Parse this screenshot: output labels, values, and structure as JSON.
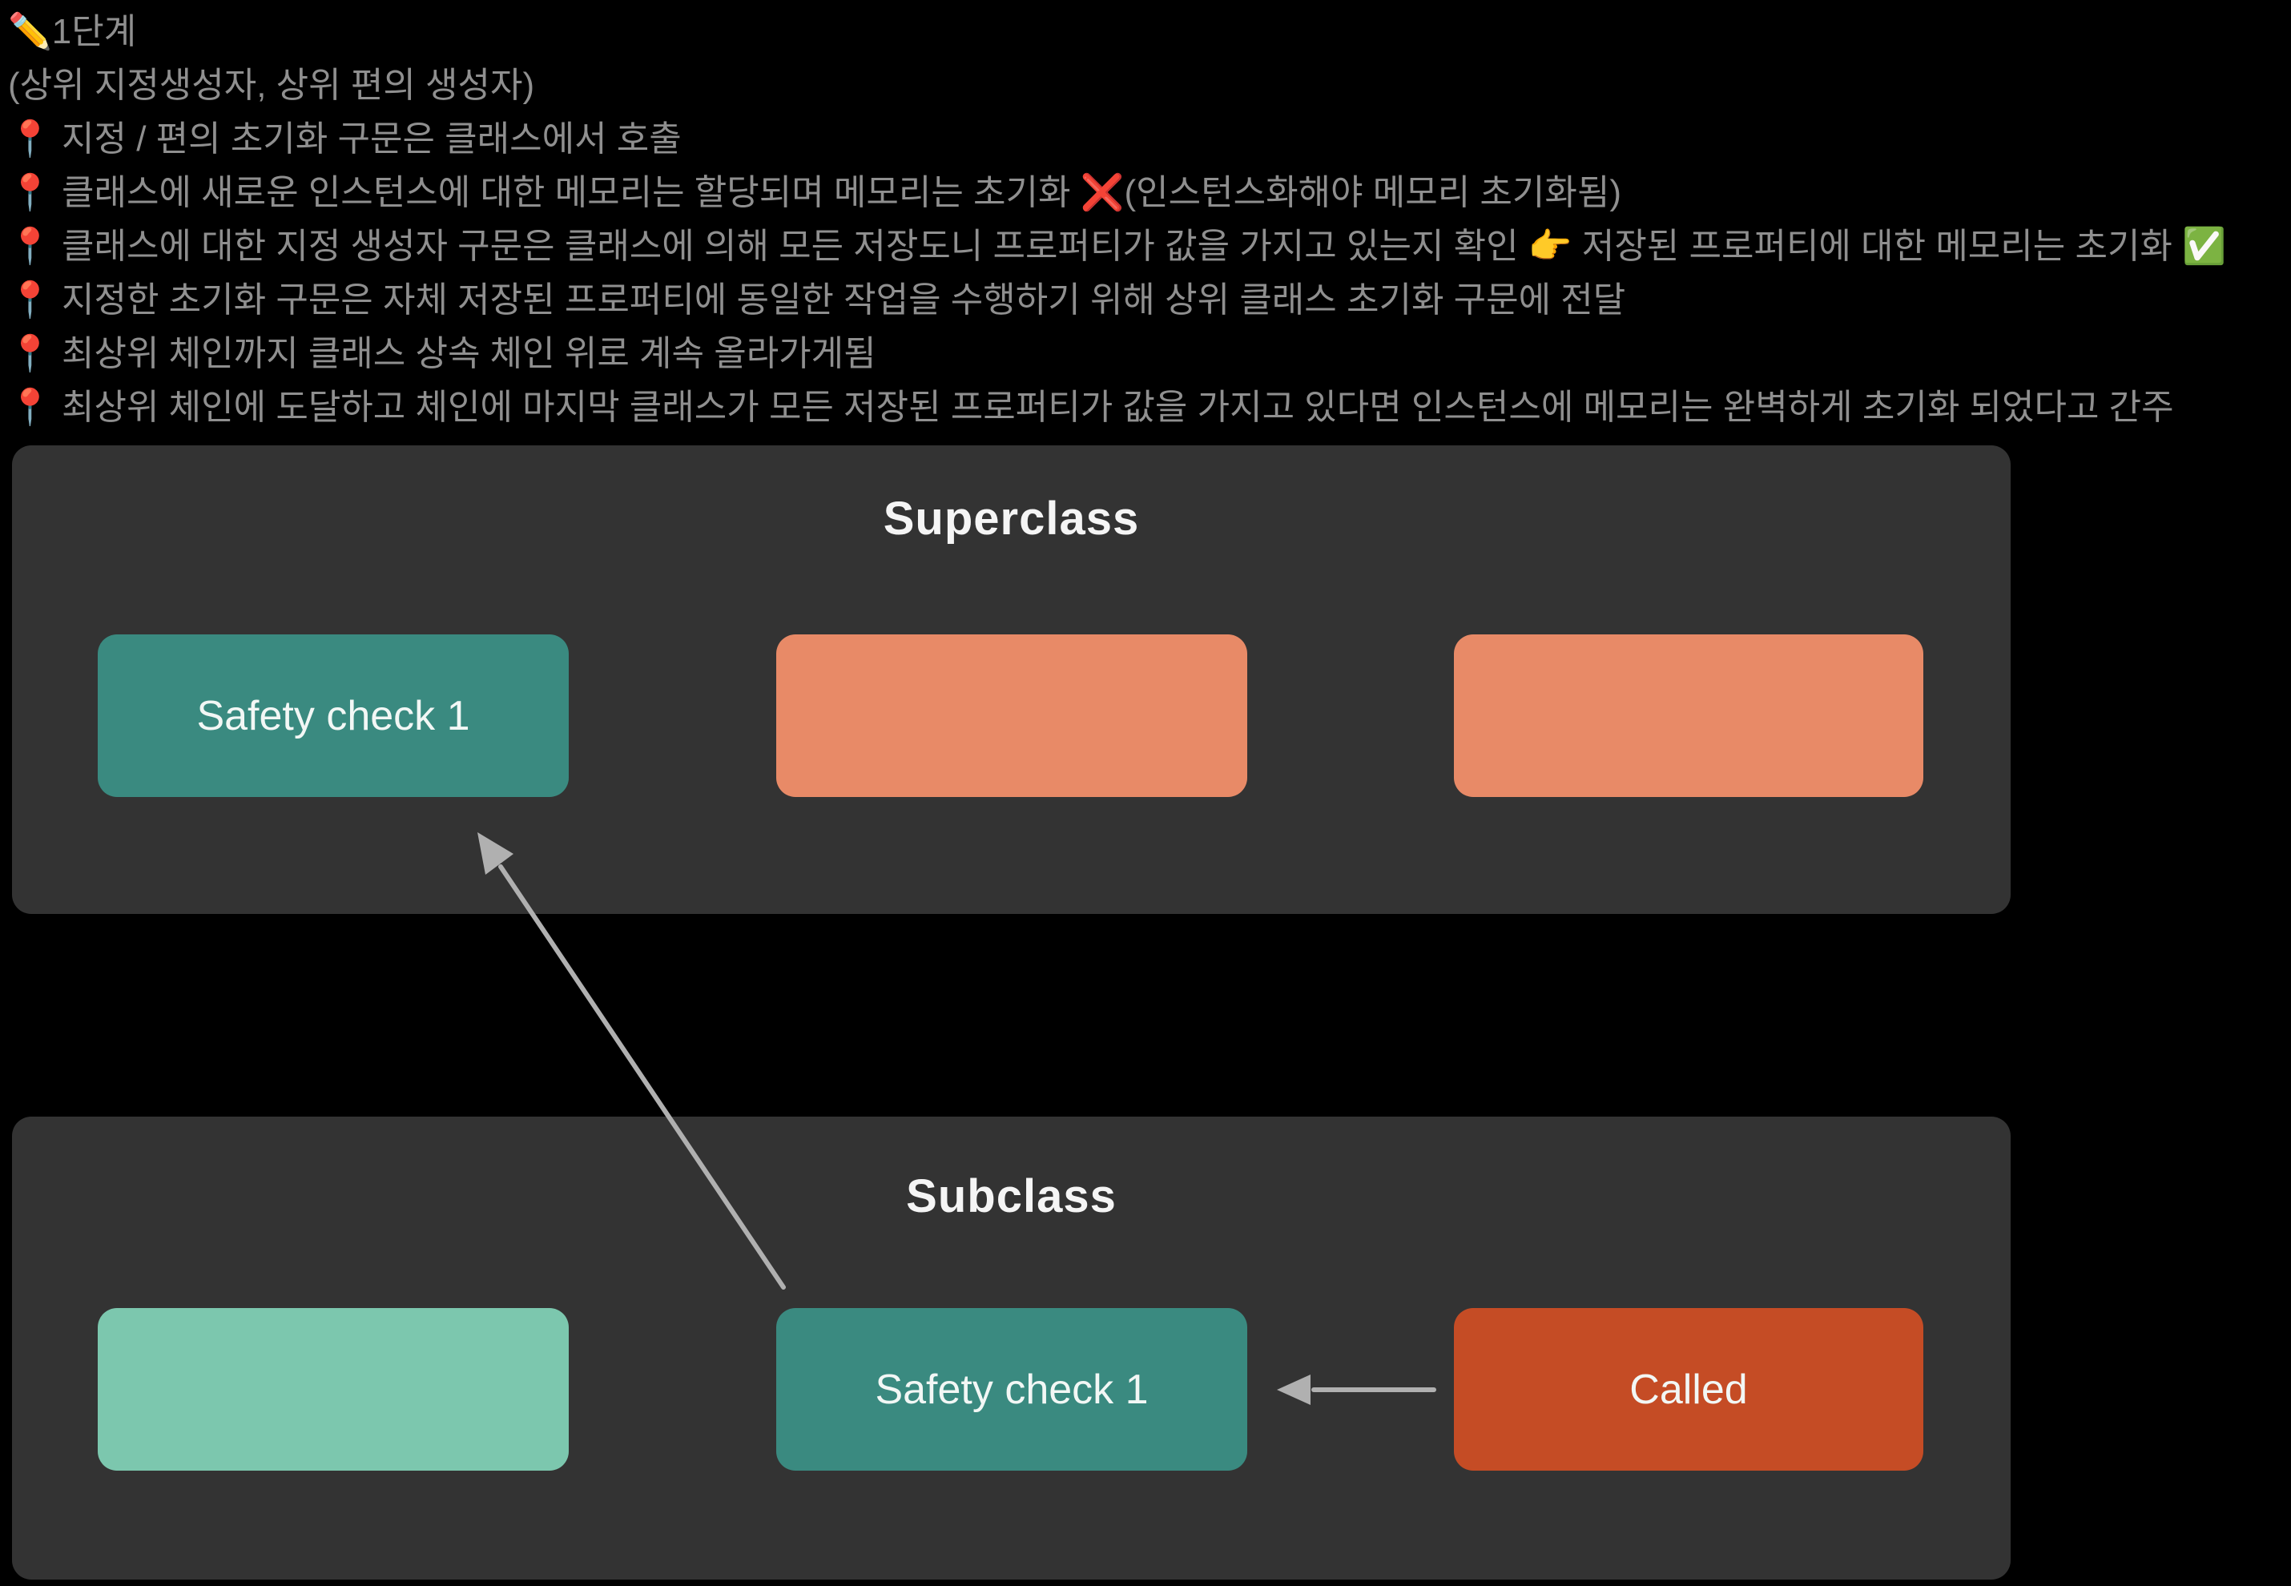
{
  "notes": {
    "heading": "✏️1단계",
    "subheading": "(상위 지정생성자, 상위 편의 생성자)",
    "bullets": [
      "📍 지정 / 편의 초기화 구문은 클래스에서 호출",
      "📍 클래스에 새로운 인스턴스에 대한 메모리는 할당되며 메모리는 초기화 ❌(인스턴스화해야 메모리 초기화됨)",
      "📍 클래스에 대한 지정 생성자 구문은 클래스에 의해 모든 저장도니 프로퍼티가 값을 가지고 있는지 확인 👉 저장된 프로퍼티에 대한 메모리는 초기화 ✅",
      "📍 지정한 초기화 구문은 자체 저장된 프로퍼티에 동일한 작업을 수행하기 위해 상위 클래스 초기화 구문에 전달",
      "📍 최상위 체인까지 클래스 상속 체인 위로 계속 올라가게됨",
      "📍 최상위 체인에 도달하고 체인에 마지막 클래스가 모든 저장된 프로퍼티가 값을 가지고 있다면 인스턴스에 메모리는 완벽하게 초기화 되었다고 간주"
    ]
  },
  "superclass_panel": {
    "title": "Superclass",
    "boxes": [
      {
        "label": "Safety check 1",
        "variant": "teal"
      },
      {
        "label": "",
        "variant": "salmon"
      },
      {
        "label": "",
        "variant": "salmon"
      }
    ]
  },
  "subclass_panel": {
    "title": "Subclass",
    "boxes": [
      {
        "label": "",
        "variant": "mint"
      },
      {
        "label": "Safety check 1",
        "variant": "teal"
      },
      {
        "label": "Called",
        "variant": "red"
      }
    ]
  },
  "arrows": [
    {
      "name": "subclass-safety-check-to-superclass-safety-check",
      "direction": "diagonal-up-left"
    },
    {
      "name": "called-to-safety-check",
      "direction": "horizontal-left"
    }
  ],
  "colors": {
    "page-bg": "#000000",
    "panel-bg": "#333333",
    "note-text": "#8f8f8f",
    "title-text": "#f5f5f5",
    "box-text": "#f2f7f5",
    "teal": "#3a8a80",
    "salmon": "#e88a67",
    "mint": "#7cc7ae",
    "red": "#c54c25",
    "arrow": "#b0b0b0"
  }
}
